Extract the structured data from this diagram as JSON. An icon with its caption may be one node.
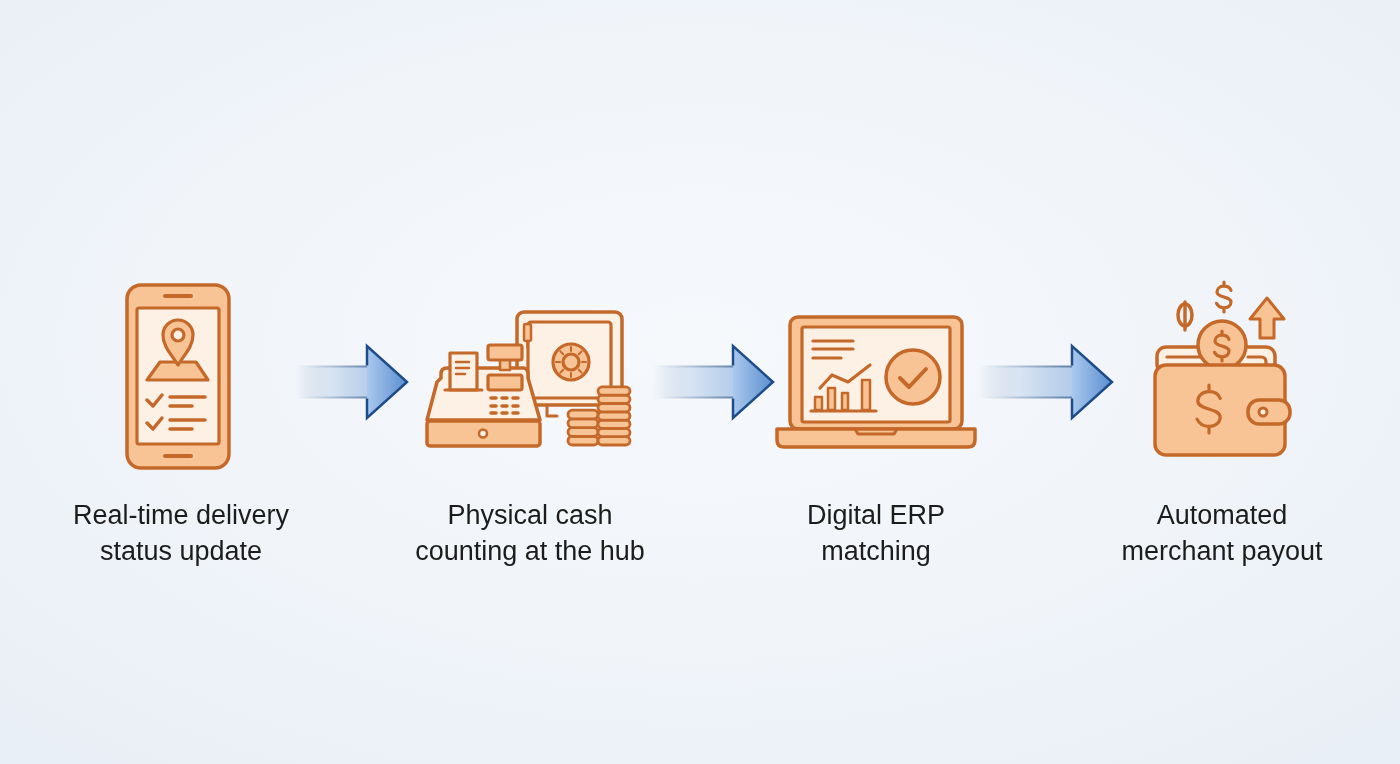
{
  "diagram": {
    "nodes": [
      {
        "text": [
          "Real-time delivery status update"
        ]
      },
      {
        "text": [
          "Physical cash counting at the hub"
        ]
      },
      {
        "text": [
          "Digital ERP matching"
        ]
      },
      {
        "text": [
          "Automated merchant payout"
        ]
      }
    ],
    "edges": [
      {
        "from": 0,
        "to": 1,
        "arrow": "to"
      },
      {
        "from": 1,
        "to": 2,
        "arrow": "to"
      },
      {
        "from": 2,
        "to": 3,
        "arrow": "to"
      }
    ]
  }
}
